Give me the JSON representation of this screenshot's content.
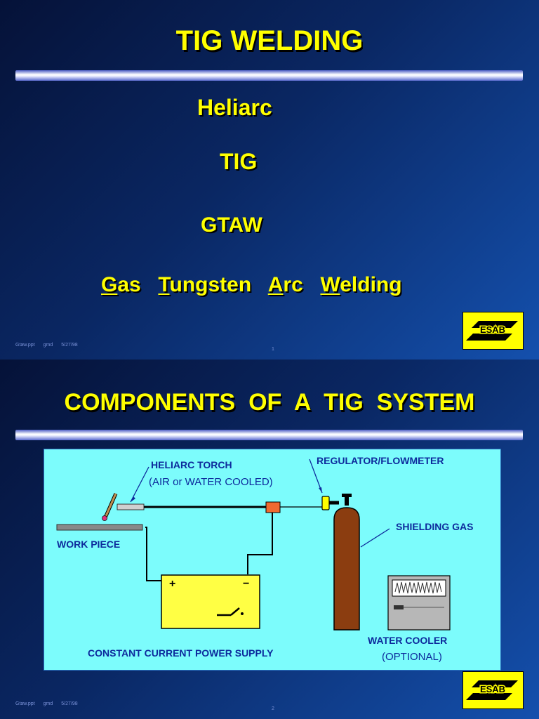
{
  "slide1": {
    "title": "TIG WELDING",
    "line1": "Heliarc",
    "line2": "TIG",
    "line3": "GTAW",
    "expansion": [
      {
        "initial": "G",
        "rest": "as"
      },
      {
        "initial": "T",
        "rest": "ungsten"
      },
      {
        "initial": "A",
        "rest": "rc"
      },
      {
        "initial": "W",
        "rest": "elding"
      }
    ],
    "footer": {
      "file": "Gtaw.ppt",
      "author": "gmd",
      "date": "5/27/98",
      "page": "1"
    },
    "logo_text": "ESAB"
  },
  "slide2": {
    "title": "COMPONENTS  OF  A  TIG  SYSTEM",
    "diagram": {
      "torch_label": "HELIARC TORCH",
      "torch_sub": "(AIR or WATER COOLED)",
      "regulator_label": "REGULATOR/FLOWMETER",
      "gas_label": "SHIELDING GAS",
      "workpiece_label": "WORK PIECE",
      "power_label": "CONSTANT CURRENT POWER SUPPLY",
      "cooler_label": "WATER COOLER",
      "cooler_sub": "(OPTIONAL)",
      "plus": "+",
      "minus": "−"
    },
    "footer": {
      "file": "Gtaw.ppt",
      "author": "gmd",
      "date": "5/27/98",
      "page": "2"
    },
    "logo_text": "ESAB"
  },
  "colors": {
    "accent_text": "#ffff00",
    "diagram_bg": "#7cfcfc",
    "label_blue": "#0d2a9c"
  }
}
